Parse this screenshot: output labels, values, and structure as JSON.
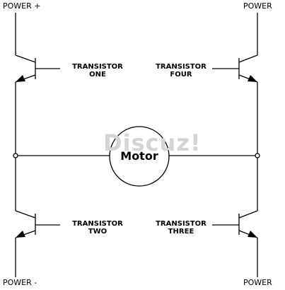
{
  "labels": {
    "power_plus": "POWER +",
    "power_top_right": "POWER",
    "power_minus": "POWER -",
    "power_bottom_right": "POWER"
  },
  "transistors": {
    "one": {
      "line1": "TRANSISTOR",
      "line2": "ONE"
    },
    "four": {
      "line1": "TRANSISTOR",
      "line2": "FOUR"
    },
    "two": {
      "line1": "TRANSISTOR",
      "line2": "TWO"
    },
    "three": {
      "line1": "TRANSISTOR",
      "line2": "THREE"
    }
  },
  "motor": {
    "label": "Motor"
  },
  "watermark": {
    "text": "Discuz!"
  }
}
